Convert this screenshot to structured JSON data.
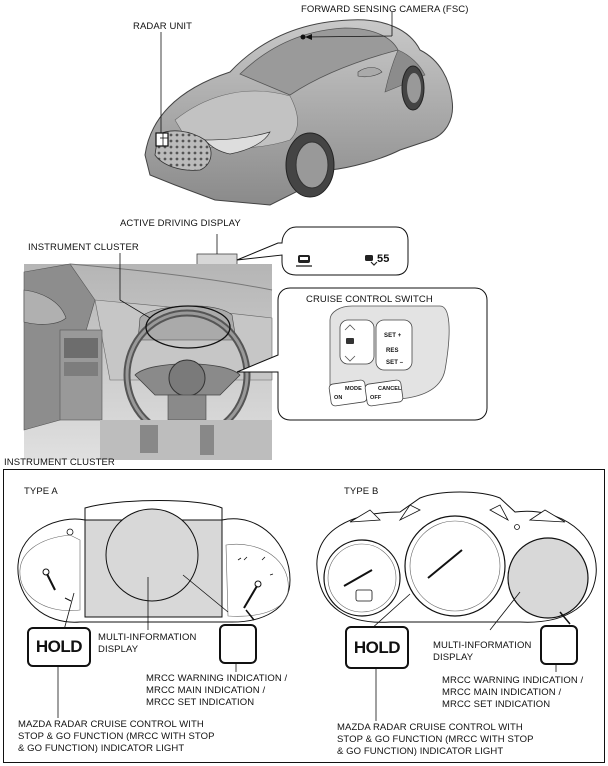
{
  "top": {
    "radar_unit": "RADAR UNIT",
    "fsc": "FORWARD SENSING CAMERA (FSC)",
    "active_driving_display": "ACTIVE DRIVING DISPLAY",
    "instrument_cluster": "INSTRUMENT CLUSTER",
    "speed_value": "55",
    "cruise_control_switch": "CRUISE CONTROL SWITCH",
    "switch_labels": {
      "set_plus": "SET +",
      "res": "RES",
      "set_minus": "SET –",
      "mode": "MODE",
      "on": "ON",
      "cancel": "CANCEL",
      "off": "OFF"
    }
  },
  "bottom": {
    "section_title": "INSTRUMENT CLUSTER",
    "type_a": {
      "title": "TYPE A",
      "hold": "HOLD",
      "mid_line1": "MULTI-INFORMATION",
      "mid_line2": "DISPLAY",
      "mrcc_line1": "MRCC WARNING INDICATION /",
      "mrcc_line2": "MRCC MAIN INDICATION /",
      "mrcc_line3": "MRCC SET INDICATION",
      "light_line1": "MAZDA RADAR CRUISE CONTROL WITH",
      "light_line2": "STOP & GO FUNCTION (MRCC WITH STOP",
      "light_line3": "& GO FUNCTION) INDICATOR LIGHT"
    },
    "type_b": {
      "title": "TYPE B",
      "hold": "HOLD",
      "mid_line1": "MULTI-INFORMATION",
      "mid_line2": "DISPLAY",
      "mrcc_line1": "MRCC WARNING INDICATION /",
      "mrcc_line2": "MRCC MAIN INDICATION /",
      "mrcc_line3": "MRCC SET INDICATION",
      "light_line1": "MAZDA RADAR CRUISE CONTROL WITH",
      "light_line2": "STOP & GO FUNCTION (MRCC WITH STOP",
      "light_line3": "& GO FUNCTION) INDICATOR LIGHT"
    }
  },
  "colors": {
    "highlight": "#dadada",
    "body": "#cfcfcf",
    "line": "#111111"
  }
}
